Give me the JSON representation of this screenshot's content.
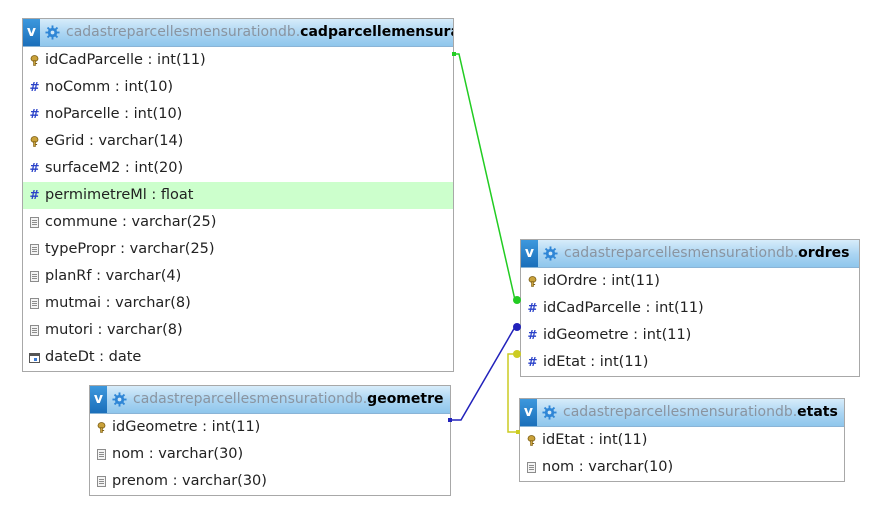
{
  "tables": [
    {
      "db": "cadastreparcellesmensurationdb.",
      "name": "cadparcellemensuration",
      "columns": [
        {
          "label": "idCadParcelle : int(11)",
          "icon": "key"
        },
        {
          "label": "noComm : int(10)",
          "icon": "hash"
        },
        {
          "label": "noParcelle : int(10)",
          "icon": "hash"
        },
        {
          "label": "eGrid : varchar(14)",
          "icon": "key"
        },
        {
          "label": "surfaceM2 : int(20)",
          "icon": "hash"
        },
        {
          "label": "permimetreMl : float",
          "icon": "hash",
          "highlighted": true
        },
        {
          "label": "commune : varchar(25)",
          "icon": "text"
        },
        {
          "label": "typePropr : varchar(25)",
          "icon": "text"
        },
        {
          "label": "planRf : varchar(4)",
          "icon": "text"
        },
        {
          "label": "mutmai : varchar(8)",
          "icon": "text"
        },
        {
          "label": "mutori : varchar(8)",
          "icon": "text"
        },
        {
          "label": "dateDt : date",
          "icon": "date"
        }
      ]
    },
    {
      "db": "cadastreparcellesmensurationdb.",
      "name": "ordres",
      "columns": [
        {
          "label": "idOrdre : int(11)",
          "icon": "key"
        },
        {
          "label": "idCadParcelle : int(11)",
          "icon": "hash"
        },
        {
          "label": "idGeometre : int(11)",
          "icon": "hash"
        },
        {
          "label": "idEtat : int(11)",
          "icon": "hash"
        }
      ]
    },
    {
      "db": "cadastreparcellesmensurationdb.",
      "name": "geometre",
      "columns": [
        {
          "label": "idGeometre : int(11)",
          "icon": "key"
        },
        {
          "label": "nom : varchar(30)",
          "icon": "text"
        },
        {
          "label": "prenom : varchar(30)",
          "icon": "text"
        }
      ]
    },
    {
      "db": "cadastreparcellesmensurationdb.",
      "name": "etats",
      "columns": [
        {
          "label": "idEtat : int(11)",
          "icon": "key"
        },
        {
          "label": "nom : varchar(10)",
          "icon": "text"
        }
      ]
    }
  ],
  "toggle_label": "v",
  "colors": {
    "relation_cadparcelle": "#22cc22",
    "relation_geometre": "#2222bb",
    "relation_etats": "#cccc22",
    "highlight_row": "#ccffcc"
  }
}
